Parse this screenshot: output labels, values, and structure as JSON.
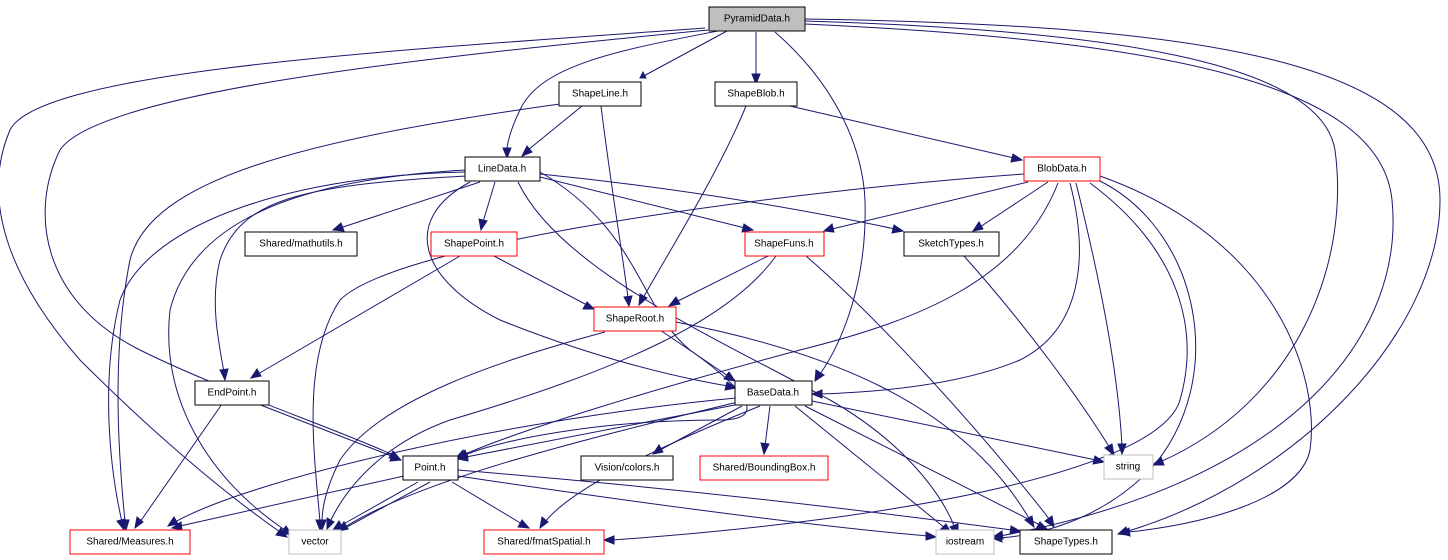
{
  "colors": {
    "edge": "#191970",
    "node_border": "#000000",
    "node_border_red": "#ff0000",
    "node_border_gray": "#bfbfbf",
    "root_fill": "#bfbfbf",
    "background": "#ffffff"
  },
  "nodes": {
    "pyramiddata_h": "PyramidData.h",
    "shapeline_h": "ShapeLine.h",
    "shapeblob_h": "ShapeBlob.h",
    "linedata_h": "LineData.h",
    "blobdata_h": "BlobData.h",
    "shared_mathutils_h": "Shared/mathutils.h",
    "shapepoint_h": "ShapePoint.h",
    "shapefuns_h": "ShapeFuns.h",
    "sketchtypes_h": "SketchTypes.h",
    "shaperoot_h": "ShapeRoot.h",
    "endpoint_h": "EndPoint.h",
    "basedata_h": "BaseData.h",
    "point_h": "Point.h",
    "vision_colors_h": "Vision/colors.h",
    "shared_boundingbox_h": "Shared/BoundingBox.h",
    "string": "string",
    "shared_measures_h": "Shared/Measures.h",
    "vector": "vector",
    "shared_fmatspatial_h": "Shared/fmatSpatial.h",
    "iostream": "iostream",
    "shapetypes_h": "ShapeTypes.h"
  }
}
